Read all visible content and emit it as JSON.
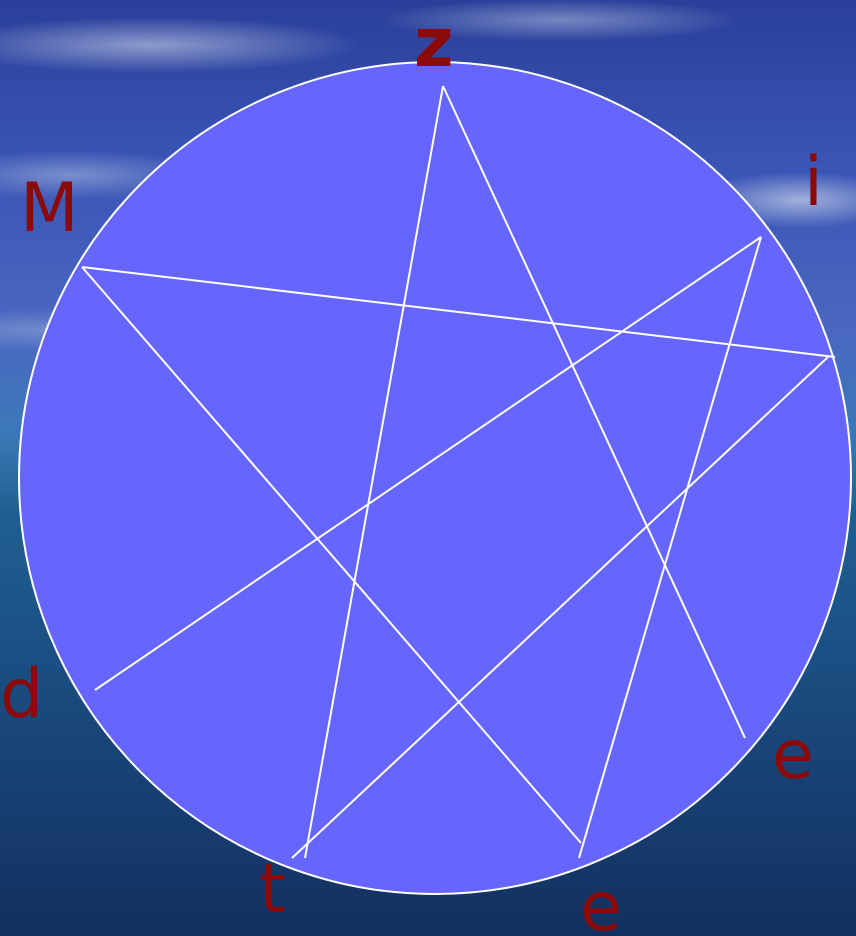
{
  "diagram": {
    "labels": {
      "top": "z",
      "upper_left": "M",
      "upper_right": "i",
      "left": "d",
      "lower_right": "e",
      "bottom_left": "t",
      "bottom_right": "e"
    },
    "colors": {
      "circle_fill": "#6666ff",
      "line": "#ffffff",
      "label": "#8b0a0a"
    }
  }
}
